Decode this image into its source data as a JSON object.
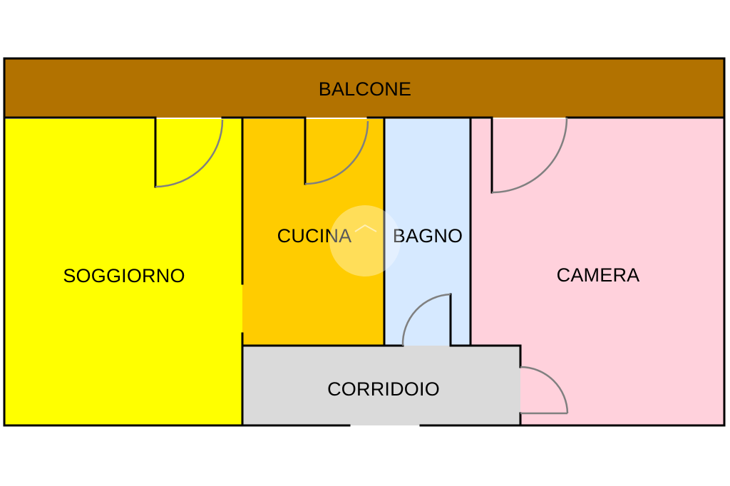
{
  "rooms": {
    "balcone": {
      "label": "BALCONE",
      "color": "#B27200"
    },
    "soggiorno": {
      "label": "SOGGIORNO",
      "color": "#FFFF00"
    },
    "cucina": {
      "label": "CUCINA",
      "color": "#FFCC00"
    },
    "bagno": {
      "label": "BAGNO",
      "color": "#D6E9FF"
    },
    "camera": {
      "label": "CAMERA",
      "color": "#FFD1DC"
    },
    "corridoio": {
      "label": "CORRIDOIO",
      "color": "#DADADA"
    }
  },
  "colors": {
    "wall": "#000000",
    "door": "#808080",
    "background": "#FFFFFF"
  }
}
